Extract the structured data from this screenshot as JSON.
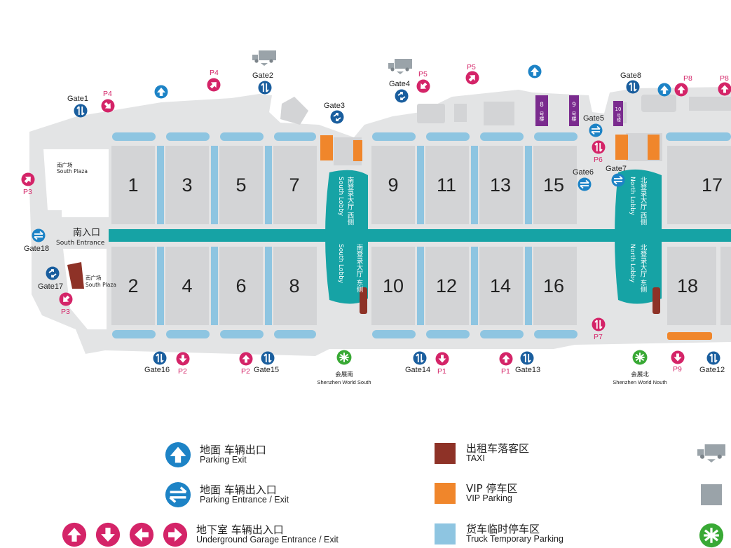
{
  "colors": {
    "ground": "#e3e4e5",
    "hall": "#d3d4d6",
    "truck_lane": "#8ec5e1",
    "corridor": "#16a3a5",
    "vip": "#f0862b",
    "taxi": "#8e3227",
    "building": "#7a2b8e",
    "exit_blue": "#1d83c6",
    "pink": "#d42468",
    "metro": "#39a935",
    "dark_navy": "#1a5e9e"
  },
  "halls": [
    {
      "n": "1"
    },
    {
      "n": "3"
    },
    {
      "n": "5"
    },
    {
      "n": "7"
    },
    {
      "n": "9"
    },
    {
      "n": "11"
    },
    {
      "n": "13"
    },
    {
      "n": "15"
    },
    {
      "n": "17"
    },
    {
      "n": "2"
    },
    {
      "n": "4"
    },
    {
      "n": "6"
    },
    {
      "n": "8"
    },
    {
      "n": "10"
    },
    {
      "n": "12"
    },
    {
      "n": "14"
    },
    {
      "n": "16"
    },
    {
      "n": "18"
    }
  ],
  "gates": [
    "Gate1",
    "Gate2",
    "Gate3",
    "Gate4",
    "Gate5",
    "Gate6",
    "Gate7",
    "Gate8",
    "Gate12",
    "Gate13",
    "Gate14",
    "Gate15",
    "Gate16",
    "Gate17",
    "Gate18"
  ],
  "parking": [
    "P4",
    "P4",
    "P5",
    "P5",
    "P8",
    "P8",
    "P6",
    "P7",
    "P3",
    "P3",
    "P2",
    "P2",
    "P1",
    "P1",
    "P9"
  ],
  "buildings": [
    {
      "num": "8",
      "suffix": "号楼"
    },
    {
      "num": "9",
      "suffix": "号楼"
    },
    {
      "num": "10",
      "suffix": "号楼"
    }
  ],
  "plazas": {
    "south_plaza_top_cn": "南广场",
    "south_plaza_top_en": "South Plaza",
    "south_plaza_bottom_cn": "南广场",
    "south_plaza_bottom_en": "South Plaza",
    "south_entrance_cn": "南入口",
    "south_entrance_en": "South Entrance"
  },
  "lobbies": {
    "south_west_cn": "南登录大厅 西侧",
    "south_west_en": "South Lobby",
    "south_east_cn": "南登录大厅 东侧",
    "south_east_en": "South Lobby",
    "north_west_cn": "北登录大厅 西侧",
    "north_west_en": "North Lobby",
    "north_east_cn": "北登录大厅 东侧",
    "north_east_en": "North Lobby"
  },
  "stations": {
    "south_cn": "会展南",
    "south_en": "Shenzhen World South",
    "north_cn": "会展北",
    "north_en": "Shenzhen World Nouth"
  },
  "legend": {
    "parking_exit_cn": "地面 车辆出口",
    "parking_exit_en": "Parking Exit",
    "parking_entrance_cn": "地面 车辆出入口",
    "parking_entrance_en": "Parking Entrance / Exit",
    "underground_cn": "地下室 车辆出入口",
    "underground_en": "Underground Garage Entrance / Exit",
    "taxi_cn": "出租车落客区",
    "taxi_en": "TAXI",
    "vip_cn": "VIP 停车区",
    "vip_en": "VIP Parking",
    "truck_cn": "货车临时停车区",
    "truck_en": "Truck Temporary Parking"
  }
}
